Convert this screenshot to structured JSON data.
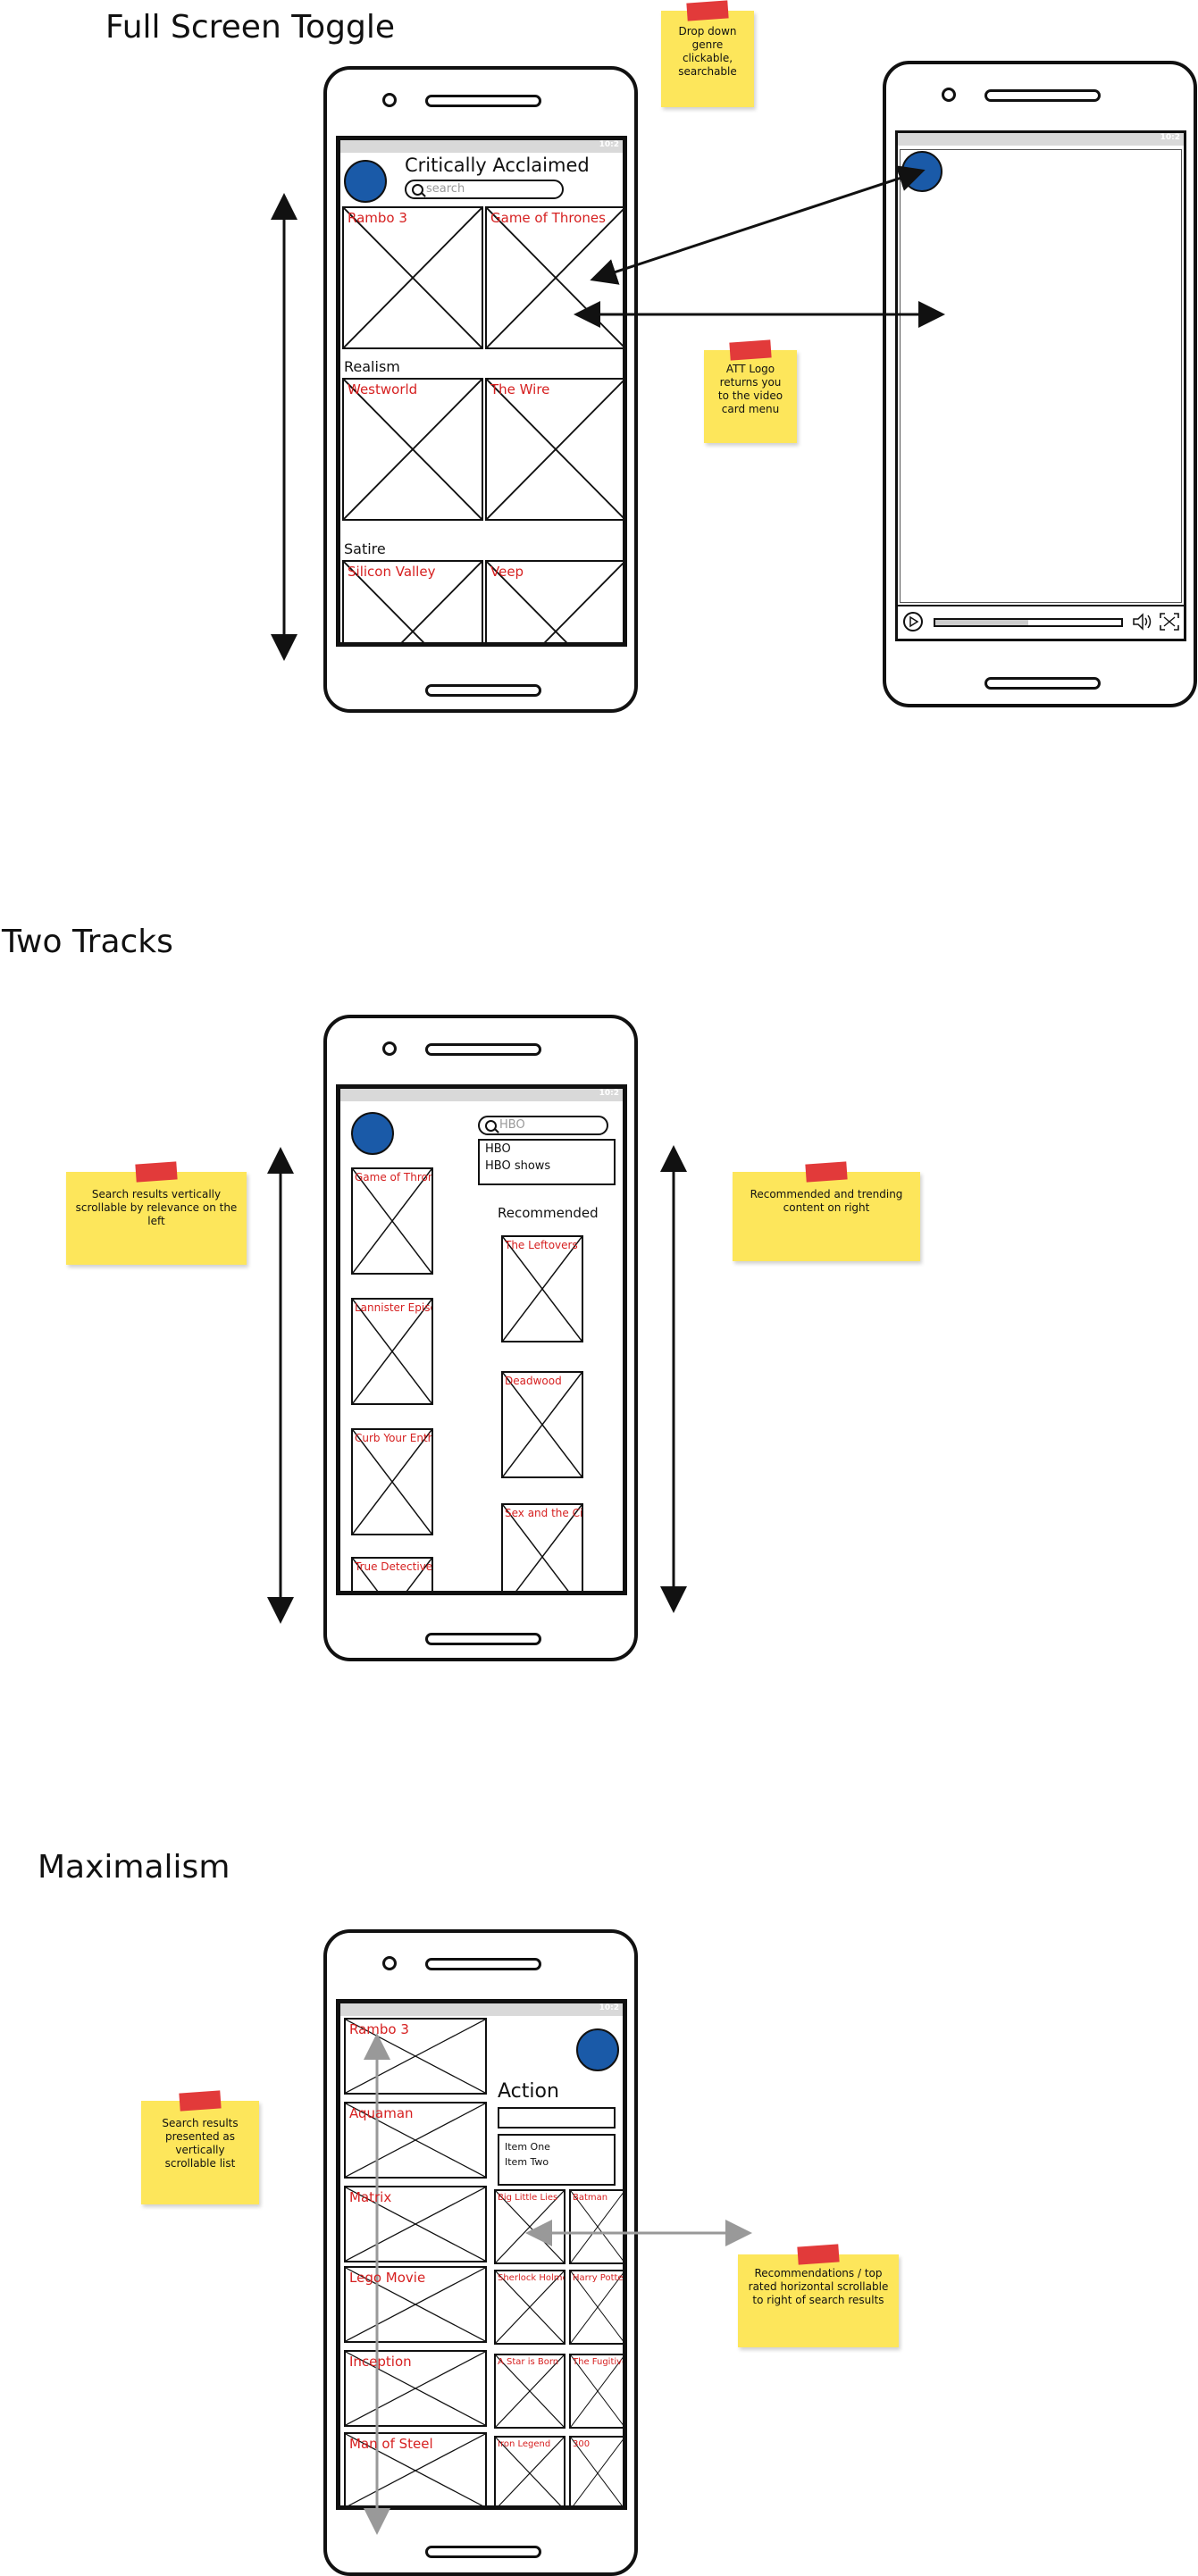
{
  "sections": {
    "full_screen": "Full Screen Toggle",
    "two_tracks": "Two Tracks",
    "maximalism": "Maximalism"
  },
  "status_text": "10:2",
  "notes": {
    "dropdown_genre": "Drop down genre clickable, searchable",
    "att_logo": "ATT Logo returns you to the video card menu",
    "search_vertical": "Search results vertically scrollable by relevance on the left",
    "recommended_right": "Recommended and trending content on right",
    "search_list": "Search results presented as vertically scrollable list",
    "recs_horizontal": "Recommendations / top rated horizontal scrollable to right of search results"
  },
  "phone1": {
    "title": "Critically Acclaimed",
    "search_placeholder": "search",
    "genres": [
      "Realism",
      "Satire"
    ],
    "cards": [
      "Rambo 3",
      "Game of Thrones",
      "Westworld",
      "The Wire",
      "Silicon Valley",
      "Veep"
    ]
  },
  "phone2": {
    "search_value": "HBO",
    "dropdown": [
      "HBO",
      "HBO shows"
    ],
    "recommended_label": "Recommended",
    "left_cards": [
      "Game of Thrones",
      "Lannister Episodes",
      "Curb Your Enthusiasm",
      "True Detective"
    ],
    "right_cards": [
      "The Leftovers",
      "Deadwood",
      "Sex and the City"
    ]
  },
  "phone3": {
    "genre_title": "Action",
    "dropdown": [
      "Item One",
      "Item Two"
    ],
    "list_cards": [
      "Rambo 3",
      "Aquaman",
      "Matrix",
      "Lego Movie",
      "Inception",
      "Man of Steel"
    ],
    "grid_cards": [
      [
        "Big Little Lies",
        "Batman"
      ],
      [
        "Sherlock Holmes",
        "Harry Potter"
      ],
      [
        "A Star is Born",
        "The Fugitive"
      ],
      [
        "Iron Legend",
        "300"
      ]
    ]
  },
  "colors": {
    "label_red": "#d62020",
    "logo_blue": "#1a5aa8",
    "sticky_yellow": "#fde65b",
    "tape_red": "#e23a3a"
  }
}
